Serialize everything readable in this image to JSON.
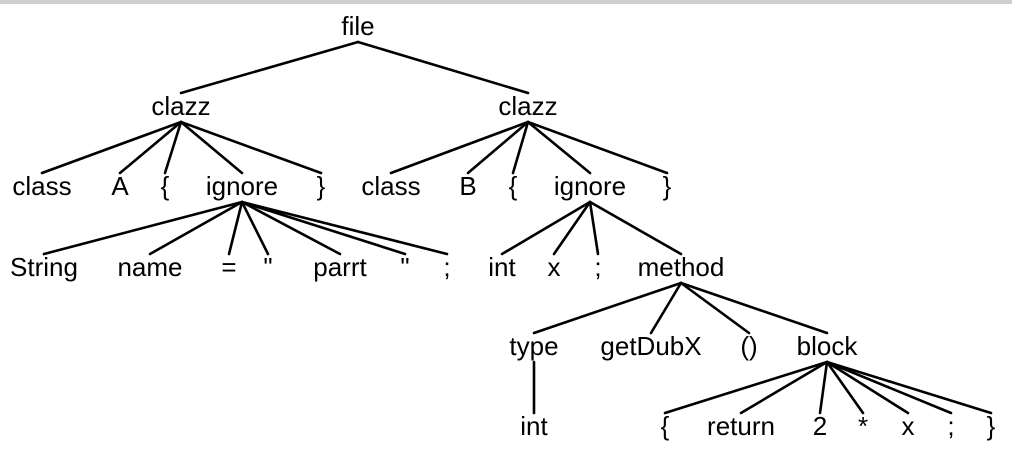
{
  "tree": {
    "label": "file",
    "children": [
      {
        "label": "clazz",
        "children": [
          {
            "label": "class"
          },
          {
            "label": "A"
          },
          {
            "label": "{"
          },
          {
            "label": "ignore",
            "children": [
              {
                "label": "String"
              },
              {
                "label": "name"
              },
              {
                "label": "="
              },
              {
                "label": "\""
              },
              {
                "label": "parrt"
              },
              {
                "label": "\""
              },
              {
                "label": ";"
              }
            ]
          },
          {
            "label": "}"
          }
        ]
      },
      {
        "label": "clazz",
        "children": [
          {
            "label": "class"
          },
          {
            "label": "B"
          },
          {
            "label": "{"
          },
          {
            "label": "ignore",
            "children": [
              {
                "label": "int"
              },
              {
                "label": "x"
              },
              {
                "label": ";"
              },
              {
                "label": "method",
                "children": [
                  {
                    "label": "type",
                    "children": [
                      {
                        "label": "int"
                      }
                    ]
                  },
                  {
                    "label": "getDubX"
                  },
                  {
                    "label": "()"
                  },
                  {
                    "label": "block",
                    "children": [
                      {
                        "label": "{"
                      },
                      {
                        "label": "return"
                      },
                      {
                        "label": "2"
                      },
                      {
                        "label": "*"
                      },
                      {
                        "label": "x"
                      },
                      {
                        "label": ";"
                      },
                      {
                        "label": "}"
                      }
                    ]
                  }
                ]
              }
            ]
          },
          {
            "label": "}"
          }
        ]
      }
    ]
  }
}
